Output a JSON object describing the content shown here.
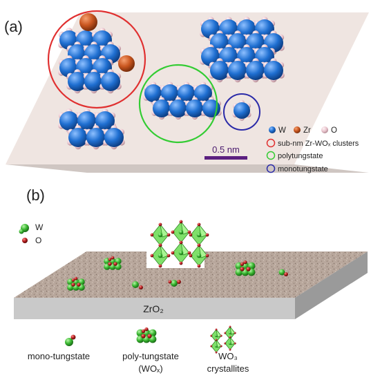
{
  "panel_a": {
    "label": "(a)",
    "scale_bar": "0.5 nm",
    "legend": {
      "species": [
        {
          "label": "W",
          "color": "#1f6fd1"
        },
        {
          "label": "Zr",
          "color": "#c9561f"
        },
        {
          "label": "O",
          "color": "#e8c3cc"
        }
      ],
      "circles": [
        {
          "label": "sub-nm Zr-WOₓ clusters",
          "color": "#e03030"
        },
        {
          "label": "polytungstate",
          "color": "#33cc33"
        },
        {
          "label": "monotungstate",
          "color": "#2a2aa8"
        }
      ]
    },
    "colors": {
      "surface": "#efe5e1",
      "surface_side": "#cfc6c2"
    }
  },
  "panel_b": {
    "label": "(b)",
    "legend": [
      {
        "label": "W",
        "color": "#3ab832"
      },
      {
        "label": "O",
        "color": "#b31e1e"
      }
    ],
    "support_label": "ZrO₂",
    "species_labels": [
      {
        "line1": "mono-tungstate",
        "line2": ""
      },
      {
        "line1": "poly-tungstate",
        "line2": "(WOₓ)"
      },
      {
        "line1": "WO₃",
        "line2": "crystallites"
      }
    ],
    "colors": {
      "support_top": "#b8a79c",
      "support_side": "#c9c9c9",
      "support_front": "#9a9a9a"
    }
  }
}
